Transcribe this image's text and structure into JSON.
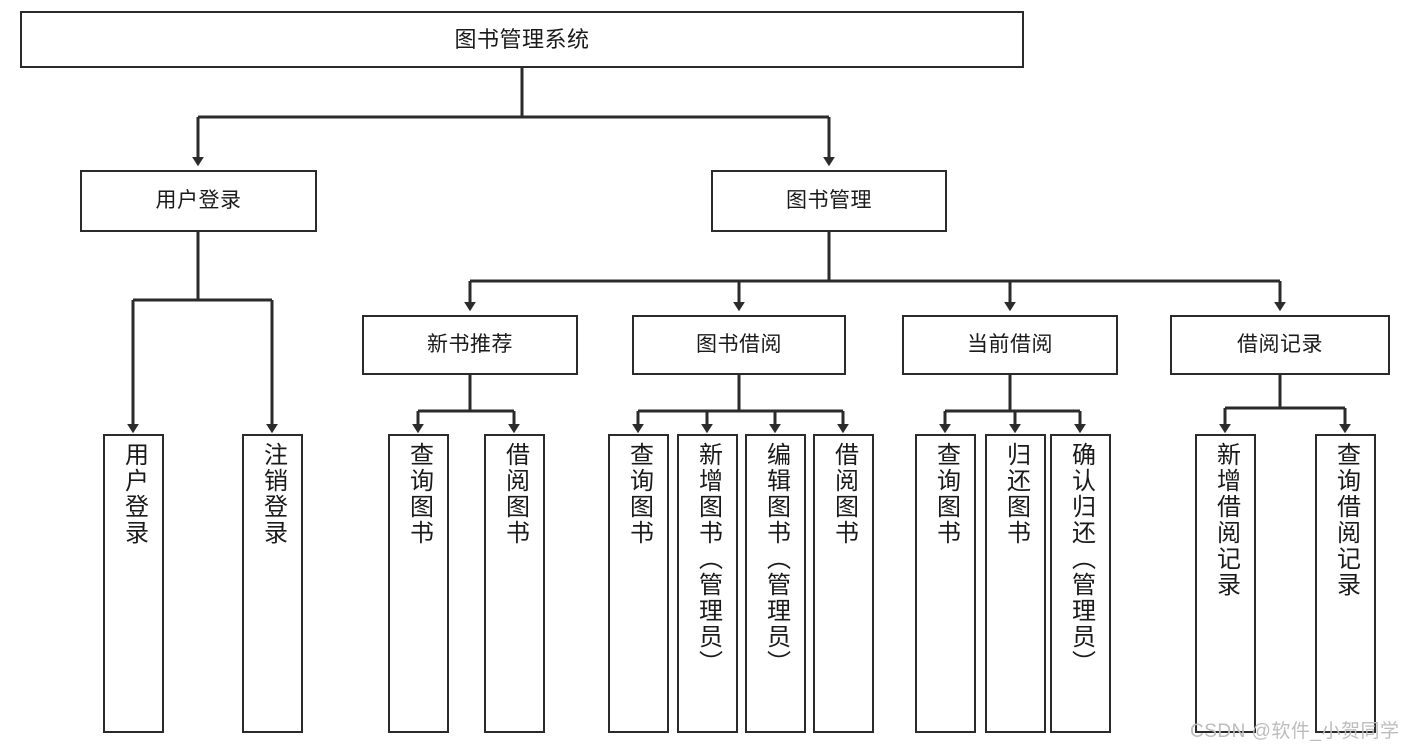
{
  "diagram": {
    "type": "tree-hierarchy",
    "title": "图书管理系统",
    "watermark": "CSDN @软件_小贺同学",
    "colors": {
      "box_border": "#2b2b2b",
      "box_fill": "#ffffff",
      "edge": "#2b2b2b",
      "text": "#1a1a1a",
      "watermark": "#bdbdbd",
      "background": "#ffffff"
    },
    "nodes": {
      "root": {
        "label": "图书管理系统"
      },
      "level2": [
        {
          "id": "user-login",
          "label": "用户登录"
        },
        {
          "id": "book-manage",
          "label": "图书管理"
        }
      ],
      "level3": [
        {
          "id": "new-book-recommend",
          "label": "新书推荐"
        },
        {
          "id": "book-borrow",
          "label": "图书借阅"
        },
        {
          "id": "current-borrow",
          "label": "当前借阅"
        },
        {
          "id": "borrow-record",
          "label": "借阅记录"
        }
      ],
      "leaves": {
        "user_login": [
          {
            "id": "leaf-user-login",
            "label": "用户登录"
          },
          {
            "id": "leaf-logout-login",
            "label": "注销登录"
          }
        ],
        "new_book_recommend": [
          {
            "id": "leaf-query-book-1",
            "label": "查询图书"
          },
          {
            "id": "leaf-borrow-book-1",
            "label": "借阅图书"
          }
        ],
        "book_borrow": [
          {
            "id": "leaf-query-book-2",
            "label": "查询图书"
          },
          {
            "id": "leaf-add-book",
            "label": "新增图书（管理员）"
          },
          {
            "id": "leaf-edit-book",
            "label": "编辑图书（管理员）"
          },
          {
            "id": "leaf-borrow-book-2",
            "label": "借阅图书"
          }
        ],
        "current_borrow": [
          {
            "id": "leaf-query-book-3",
            "label": "查询图书"
          },
          {
            "id": "leaf-return-book",
            "label": "归还图书"
          },
          {
            "id": "leaf-confirm-return",
            "label": "确认归还（管理员）"
          }
        ],
        "borrow_record": [
          {
            "id": "leaf-add-record",
            "label": "新增借阅记录"
          },
          {
            "id": "leaf-query-record",
            "label": "查询借阅记录"
          }
        ]
      }
    }
  }
}
